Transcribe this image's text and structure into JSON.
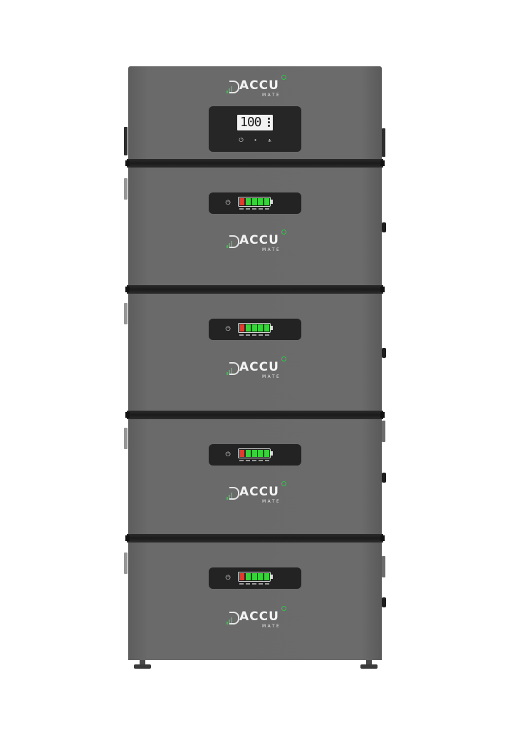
{
  "brand": {
    "name": "ACCU",
    "subtitle": "MATE"
  },
  "display": {
    "value": "100"
  },
  "colors": {
    "housing": "#6a6a6a",
    "rail": "#1b1b1b",
    "panel": "#232323",
    "accent_green": "#2fc64a",
    "cell_red": "#e23b2b",
    "cell_green": "#39d23b"
  },
  "icons": {
    "power": "power-icon",
    "display_button": "dot-icon",
    "settings": "antenna-icon"
  },
  "modules": [
    {
      "charge_cells": [
        "red",
        "green",
        "green",
        "green",
        "green"
      ]
    },
    {
      "charge_cells": [
        "red",
        "green",
        "green",
        "green",
        "green"
      ]
    },
    {
      "charge_cells": [
        "red",
        "green",
        "green",
        "green",
        "green"
      ]
    },
    {
      "charge_cells": [
        "red",
        "green",
        "green",
        "green",
        "green"
      ]
    }
  ]
}
